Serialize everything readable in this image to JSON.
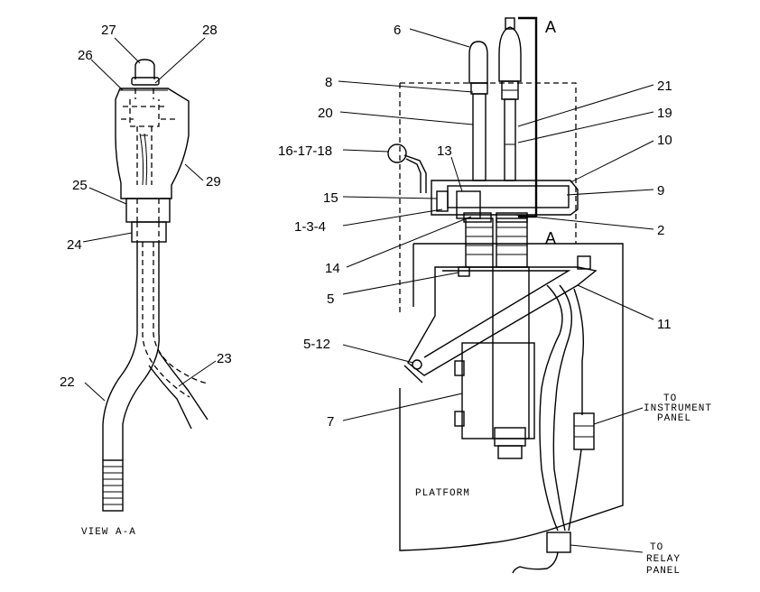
{
  "view_caption": "VIEW  A-A",
  "section_marker": "A",
  "callouts": {
    "c27": "27",
    "c28": "28",
    "c26": "26",
    "c29": "29",
    "c25": "25",
    "c24": "24",
    "c22": "22",
    "c23": "23",
    "c6": "6",
    "c8": "8",
    "c20": "20",
    "c21": "21",
    "c19": "19",
    "c10": "10",
    "c16_17_18": "16-17-18",
    "c13": "13",
    "c15": "15",
    "c9": "9",
    "c1_3_4": "1-3-4",
    "c2": "2",
    "c14": "14",
    "c5": "5",
    "c11": "11",
    "c5_12": "5-12",
    "c7": "7"
  },
  "notes": {
    "to_instrument_1": "TO",
    "to_instrument_2": "INSTRUMENT",
    "to_instrument_3": "PANEL",
    "to_relay_1": "TO",
    "to_relay_2": "RELAY",
    "to_relay_3": "PANEL",
    "platform": "PLATFORM"
  }
}
